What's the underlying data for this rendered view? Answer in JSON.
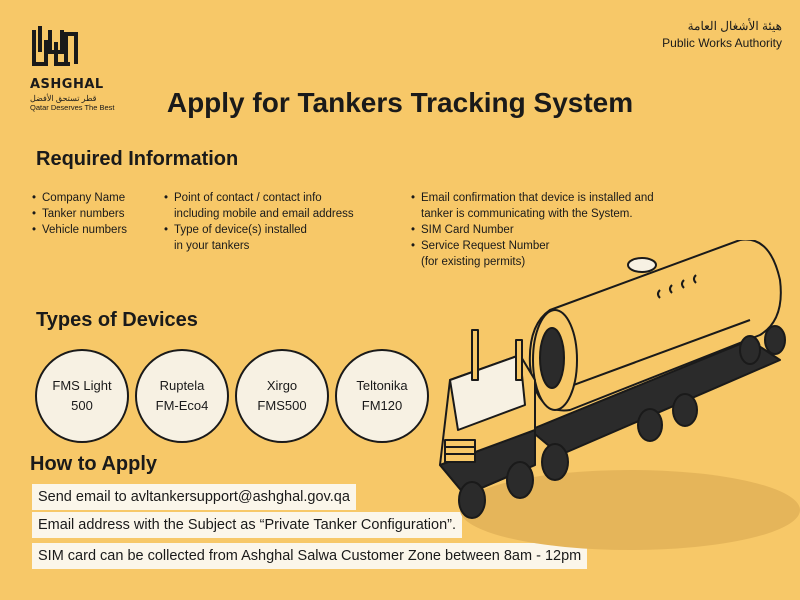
{
  "logo": {
    "wordmark": "ASHGHAL",
    "arabic_tagline": "قطر تستحق الأفضل",
    "tagline": "Qatar Deserves The Best"
  },
  "authority": {
    "arabic_name": "هيئة الأشغال العامة",
    "english_name": "Public Works Authority"
  },
  "title": "Apply for Tankers Tracking System",
  "required": {
    "heading": "Required Information",
    "col1": [
      "Company Name",
      "Tanker numbers",
      "Vehicle numbers"
    ],
    "col2": [
      {
        "line1": "Point of contact / contact info",
        "line2": "including mobile and email address"
      },
      {
        "line1": "Type of device(s) installed",
        "line2": "in your tankers"
      }
    ],
    "col3": [
      {
        "line1": "Email confirmation that device is installed and",
        "line2": "tanker is communicating with the System."
      },
      {
        "line1": "SIM Card Number",
        "line2": ""
      },
      {
        "line1": "Service Request Number",
        "line2": "(for existing permits)"
      }
    ]
  },
  "devices": {
    "heading": "Types of Devices",
    "items": [
      {
        "line1": "FMS Light",
        "line2": "500"
      },
      {
        "line1": "Ruptela",
        "line2": "FM-Eco4"
      },
      {
        "line1": "Xirgo",
        "line2": "FMS500"
      },
      {
        "line1": "Teltonika",
        "line2": "FM120"
      }
    ]
  },
  "apply": {
    "heading": "How to Apply",
    "steps": [
      "Send email to avltankersupport@ashghal.gov.qa",
      "Email address with the Subject as “Private Tanker Configuration”.",
      "SIM card can be collected from Ashghal Salwa Customer Zone between 8am - 12pm"
    ]
  },
  "illustration": {
    "icon": "tanker-truck-icon"
  },
  "colors": {
    "background": "#f7c868",
    "circle_fill": "#f7f1e3",
    "box_fill": "#fbf6ea",
    "ink": "#1a1a1a"
  }
}
